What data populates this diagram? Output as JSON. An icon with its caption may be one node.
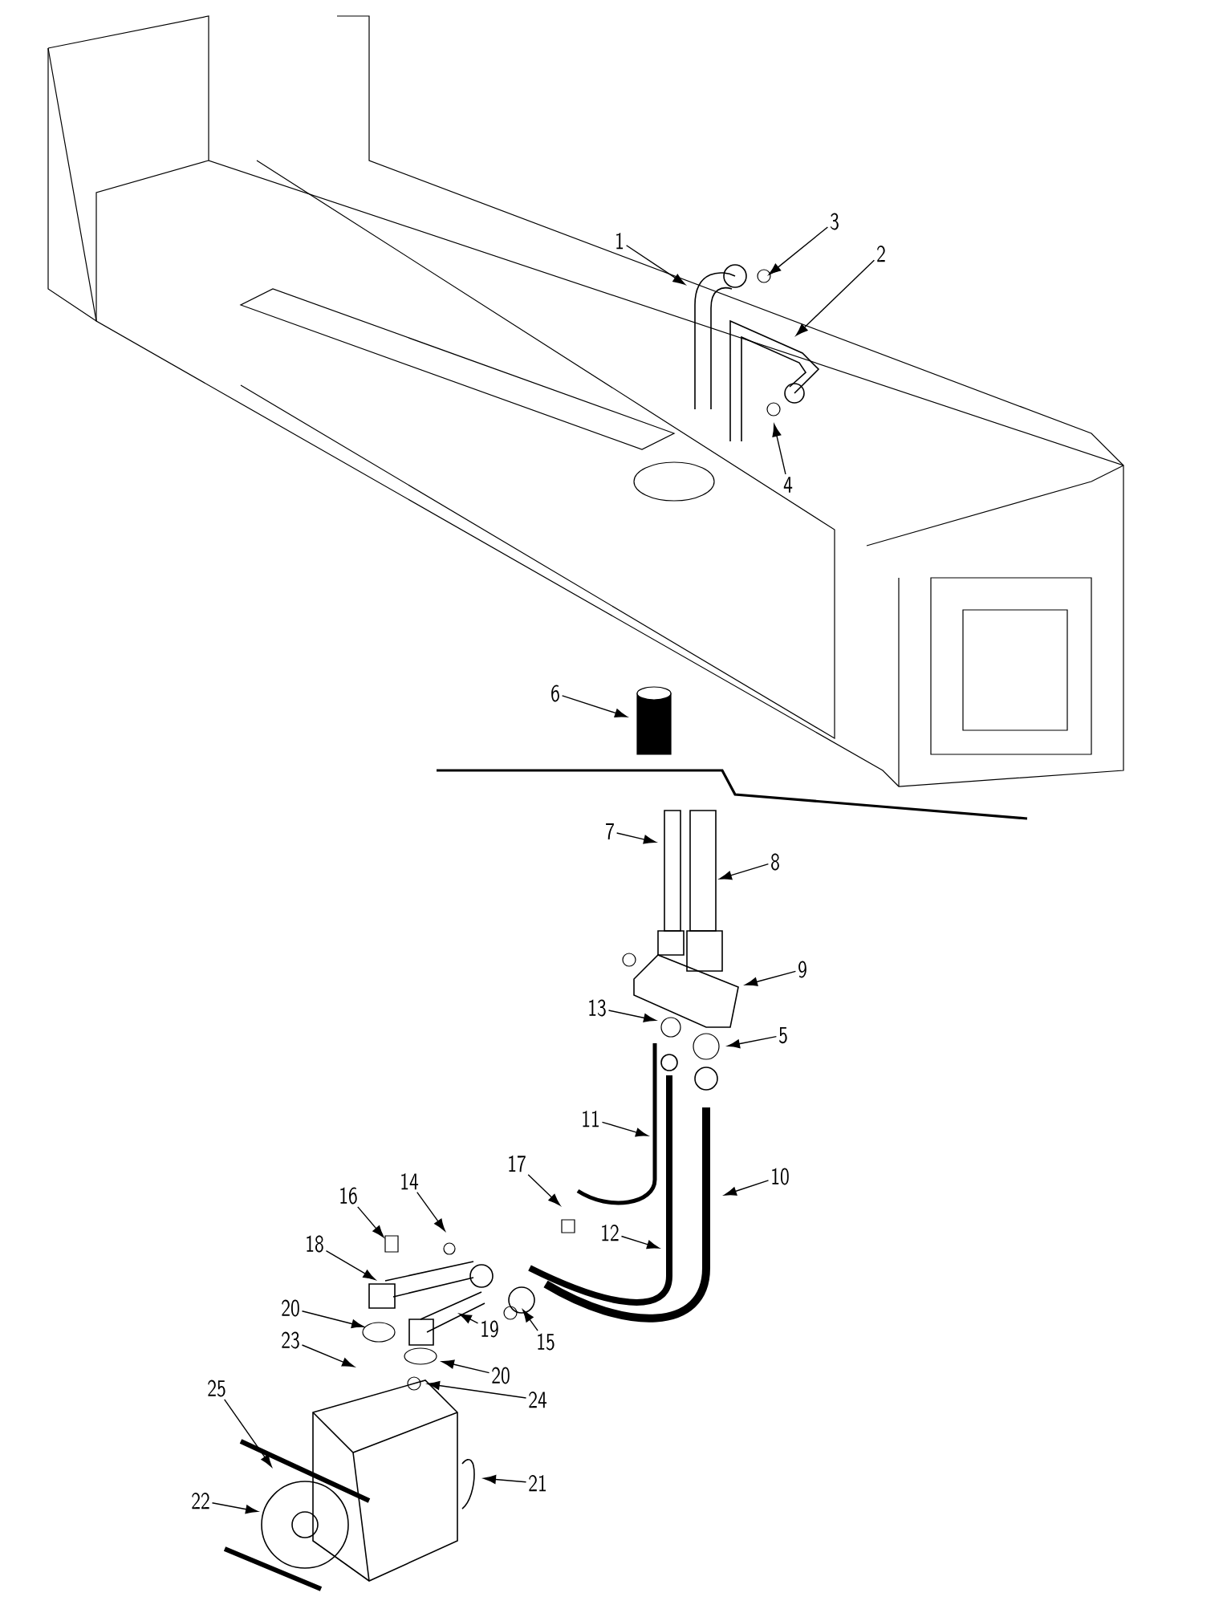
{
  "diagram": {
    "nodes": [
      {
        "text": [
          "1"
        ]
      },
      {
        "text": [
          "2"
        ]
      },
      {
        "text": [
          "3"
        ]
      },
      {
        "text": [
          "4"
        ]
      },
      {
        "text": [
          "5"
        ]
      },
      {
        "text": [
          "6"
        ]
      },
      {
        "text": [
          "7"
        ]
      },
      {
        "text": [
          "8"
        ]
      },
      {
        "text": [
          "9"
        ]
      },
      {
        "text": [
          "10"
        ]
      },
      {
        "text": [
          "11"
        ]
      },
      {
        "text": [
          "12"
        ]
      },
      {
        "text": [
          "13"
        ]
      },
      {
        "text": [
          "14"
        ]
      },
      {
        "text": [
          "15"
        ]
      },
      {
        "text": [
          "16"
        ]
      },
      {
        "text": [
          "17"
        ]
      },
      {
        "text": [
          "18"
        ]
      },
      {
        "text": [
          "19"
        ]
      },
      {
        "text": [
          "20"
        ]
      },
      {
        "text": [
          "20"
        ]
      },
      {
        "text": [
          "21"
        ]
      },
      {
        "text": [
          "22"
        ]
      },
      {
        "text": [
          "23"
        ]
      },
      {
        "text": [
          "24"
        ]
      },
      {
        "text": [
          "25"
        ]
      }
    ],
    "edges": [
      {
        "from": 0,
        "to": null,
        "arrow": "to"
      },
      {
        "from": 1,
        "to": null,
        "arrow": "to"
      },
      {
        "from": 2,
        "to": null,
        "arrow": "to"
      },
      {
        "from": 3,
        "to": null,
        "arrow": "to"
      },
      {
        "from": 4,
        "to": null,
        "arrow": "to"
      },
      {
        "from": 5,
        "to": null,
        "arrow": "to"
      },
      {
        "from": 6,
        "to": null,
        "arrow": "to"
      },
      {
        "from": 7,
        "to": null,
        "arrow": "to"
      },
      {
        "from": 8,
        "to": null,
        "arrow": "to"
      },
      {
        "from": 9,
        "to": null,
        "arrow": "to"
      },
      {
        "from": 10,
        "to": null,
        "arrow": "to"
      },
      {
        "from": 11,
        "to": null,
        "arrow": "to"
      },
      {
        "from": 12,
        "to": null,
        "arrow": "to"
      },
      {
        "from": 13,
        "to": null,
        "arrow": "to"
      },
      {
        "from": 14,
        "to": null,
        "arrow": "to"
      },
      {
        "from": 15,
        "to": null,
        "arrow": "to"
      },
      {
        "from": 16,
        "to": null,
        "arrow": "to"
      },
      {
        "from": 17,
        "to": null,
        "arrow": "to"
      },
      {
        "from": 18,
        "to": null,
        "arrow": "to"
      },
      {
        "from": 19,
        "to": null,
        "arrow": "to"
      },
      {
        "from": 20,
        "to": null,
        "arrow": "to"
      },
      {
        "from": 21,
        "to": null,
        "arrow": "to"
      },
      {
        "from": 22,
        "to": null,
        "arrow": "to"
      },
      {
        "from": 23,
        "to": null,
        "arrow": "to"
      },
      {
        "from": 24,
        "to": null,
        "arrow": "to"
      },
      {
        "from": 25,
        "to": null,
        "arrow": "to"
      }
    ]
  }
}
